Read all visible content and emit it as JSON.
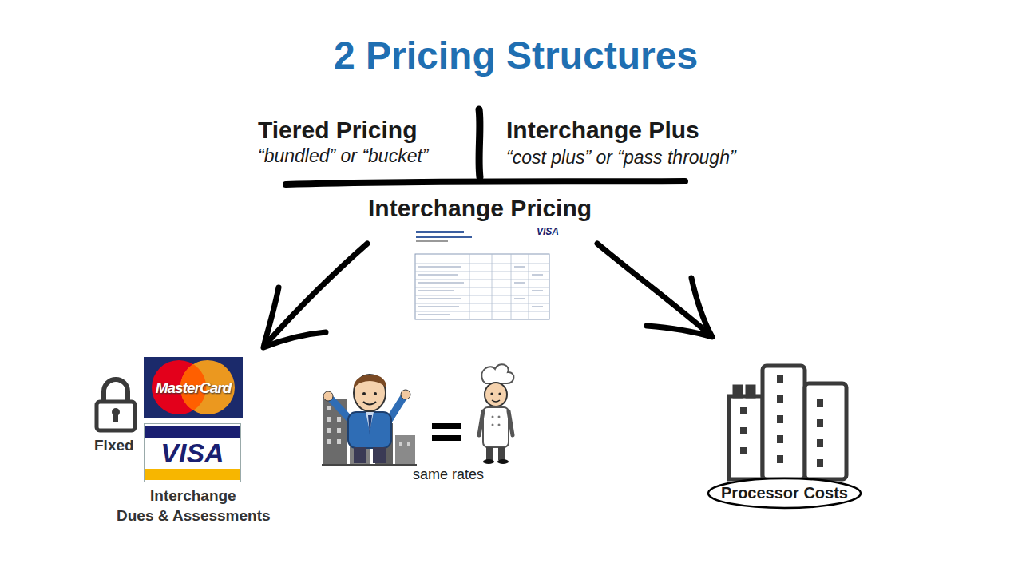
{
  "diagram": {
    "title": "2 Pricing Structures",
    "nodes": [
      {
        "text": [
          "MasterCard"
        ]
      },
      {
        "text": [
          "VISA"
        ]
      },
      {
        "text": [
          "Processor Costs"
        ]
      }
    ],
    "labels": [
      "Tiered Pricing",
      "“bundled” or “bucket”",
      "Interchange Plus",
      "“cost plus” or “pass through”",
      "Interchange Pricing",
      "VISA",
      "Fixed",
      "Interchange",
      "Dues & Assessments",
      "same rates"
    ]
  }
}
